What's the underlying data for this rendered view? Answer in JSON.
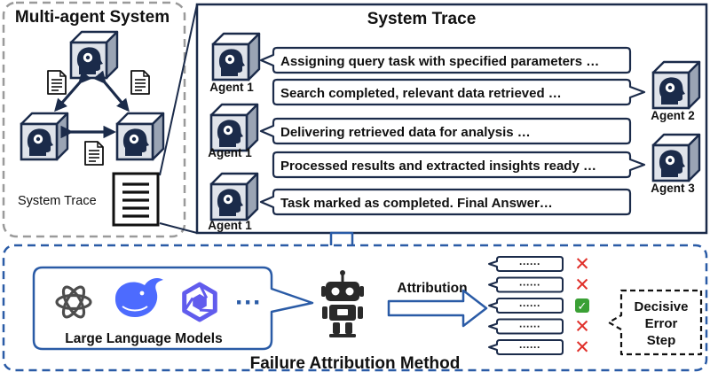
{
  "mas": {
    "title": "Multi-agent System",
    "trace_label": "System Trace"
  },
  "trace": {
    "title": "System Trace",
    "messages": [
      {
        "text": "Assigning query task with specified parameters …",
        "agent": "Agent 1"
      },
      {
        "text": "Search completed, relevant data retrieved …",
        "agent": "Agent 2"
      },
      {
        "text": "Delivering retrieved data for analysis …",
        "agent": "Agent 1"
      },
      {
        "text": "Processed results and extracted insights ready …",
        "agent": "Agent 3"
      },
      {
        "text": "Task marked as completed. Final Answer…",
        "agent": "Agent 1"
      }
    ]
  },
  "attribution": {
    "section_title": "Failure Attribution Method",
    "llm_label": "Large Language Models",
    "llm_more": "···",
    "arrow_label": "Attribution",
    "step_text": "······",
    "steps": [
      {
        "status": "error",
        "mark": "✕"
      },
      {
        "status": "error",
        "mark": "✕"
      },
      {
        "status": "decisive",
        "mark": "✓"
      },
      {
        "status": "error",
        "mark": "✕"
      },
      {
        "status": "error",
        "mark": "✕"
      }
    ],
    "decisive_lines": [
      "Decisive",
      "Error",
      "Step"
    ]
  },
  "colors": {
    "blue": "#2a5ba6",
    "dark": "#1b2b4a",
    "cube_front": "#dfe3ea",
    "cube_top": "#ffffff",
    "cube_side": "#9aa4b4",
    "error": "#e0302a",
    "ok": "#3aa035"
  }
}
